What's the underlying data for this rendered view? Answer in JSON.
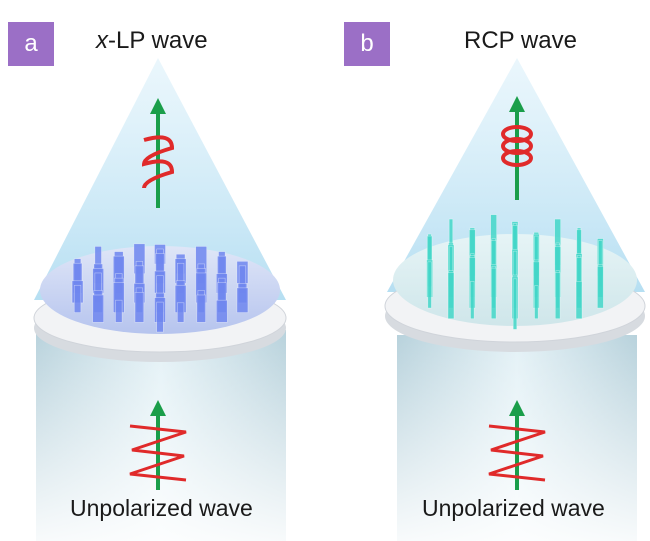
{
  "panels": [
    {
      "badge": "a",
      "title_prefix": "x",
      "title_rest": "-LP wave",
      "bottom_label": "Unpolarized wave",
      "pillar_color": "#6f86ee",
      "output_wave": "linear-polarized"
    },
    {
      "badge": "b",
      "title": "RCP wave",
      "bottom_label": "Unpolarized wave",
      "pillar_color": "#43d6c8",
      "output_wave": "right-circular-polarized"
    }
  ],
  "colors": {
    "badge": "#9b6fc6",
    "wave": "#e02a2a",
    "arrow": "#1a9e4a",
    "beam": "#b9e2f4",
    "substrate": "#e9ebee"
  }
}
